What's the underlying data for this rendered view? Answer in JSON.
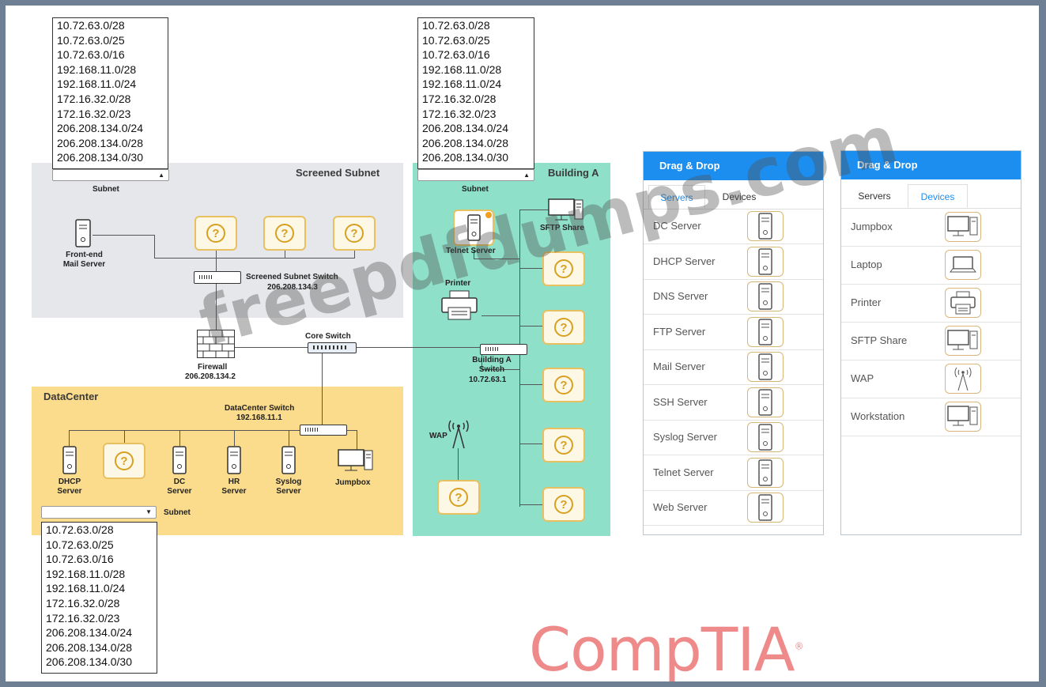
{
  "subnet_options": [
    "10.72.63.0/28",
    "10.72.63.0/25",
    "10.72.63.0/16",
    "192.168.11.0/28",
    "192.168.11.0/24",
    "172.16.32.0/28",
    "172.16.32.0/23",
    "206.208.134.0/24",
    "206.208.134.0/28",
    "206.208.134.0/30"
  ],
  "screened": {
    "zone_title": "Screened Subnet",
    "subnet_label": "Subnet",
    "mail_server": "Front-end\nMail Server",
    "switch_label": "Screened Subnet Switch",
    "switch_ip": "206.208.134.3"
  },
  "core": {
    "firewall_label": "Firewall",
    "firewall_ip": "206.208.134.2",
    "core_switch_label": "Core Switch"
  },
  "datacenter": {
    "zone_title": "DataCenter",
    "switch_label": "DataCenter Switch",
    "switch_ip": "192.168.11.1",
    "dhcp": "DHCP\nServer",
    "dc": "DC\nServer",
    "hr": "HR\nServer",
    "syslog": "Syslog\nServer",
    "jumpbox": "Jumpbox",
    "subnet_label": "Subnet"
  },
  "building": {
    "zone_title": "Building A",
    "subnet_label": "Subnet",
    "telnet": "Telnet Server",
    "sftp": "SFTP Share",
    "printer": "Printer",
    "switch_label": "Building A\nSwitch",
    "switch_ip": "10.72.63.1",
    "wap": "WAP"
  },
  "panel_servers": {
    "title": "Drag & Drop",
    "tab_active": "Servers",
    "tab_other": "Devices",
    "items": [
      "DC Server",
      "DHCP Server",
      "DNS Server",
      "FTP Server",
      "Mail Server",
      "SSH Server",
      "Syslog Server",
      "Telnet Server",
      "Web Server"
    ]
  },
  "panel_devices": {
    "title": "Drag & Drop",
    "tab_other": "Servers",
    "tab_active": "Devices",
    "items": [
      "Jumpbox",
      "Laptop",
      "Printer",
      "SFTP Share",
      "WAP",
      "Workstation"
    ]
  },
  "watermark": "freepdfdumps.com",
  "logo": "CompTIA",
  "logo_mark": "®",
  "colors": {
    "screened_bg": "#e6e7eb",
    "datacenter_bg": "#fbdc8c",
    "building_bg": "#8fe0c8",
    "panel_header": "#1c8ef0",
    "question_border": "#e8c060",
    "logo": "#ef8a8a"
  }
}
